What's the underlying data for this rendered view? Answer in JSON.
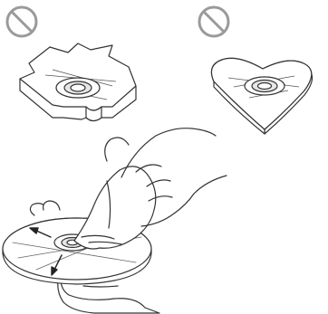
{
  "illustration": {
    "panels": [
      {
        "id": "irregular-disc",
        "prohibited": true,
        "icon": "prohibition-icon"
      },
      {
        "id": "heart-disc",
        "prohibited": true,
        "icon": "prohibition-icon"
      },
      {
        "id": "cleaning-disc",
        "prohibited": false,
        "icon": "arrow-icon"
      }
    ],
    "colors": {
      "line": "#333333",
      "prohibition": "#9a9a9a",
      "fill": "#ffffff",
      "shade": "#e6e6e6"
    }
  }
}
